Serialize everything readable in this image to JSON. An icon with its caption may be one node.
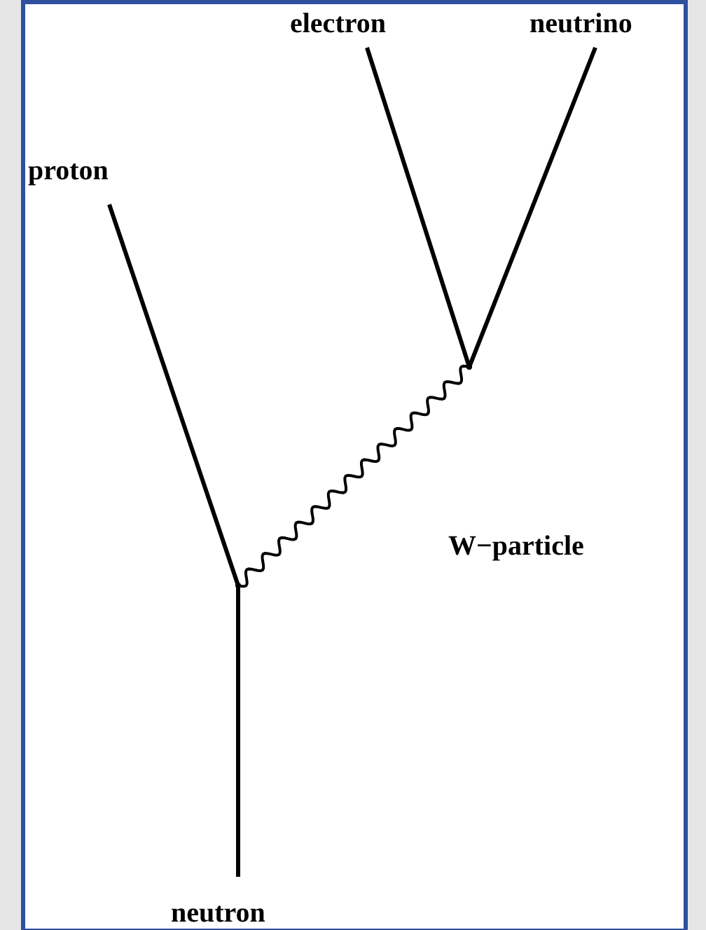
{
  "diagram": {
    "nodes": [
      {
        "text": [
          "proton"
        ]
      },
      {
        "text": [
          "electron"
        ]
      },
      {
        "text": [
          "neutrino"
        ]
      },
      {
        "text": [
          "neutron"
        ]
      },
      {
        "text": [],
        "shape": "point"
      },
      {
        "text": [],
        "shape": "point"
      }
    ],
    "edges": [
      {
        "from": 3,
        "to": 4,
        "arrow": "none"
      },
      {
        "from": 4,
        "to": 0,
        "arrow": "none"
      },
      {
        "from": 4,
        "to": 5,
        "arrow": "none",
        "label": "W−particle"
      },
      {
        "from": 5,
        "to": 1,
        "arrow": "none"
      },
      {
        "from": 5,
        "to": 2,
        "arrow": "none"
      }
    ]
  }
}
